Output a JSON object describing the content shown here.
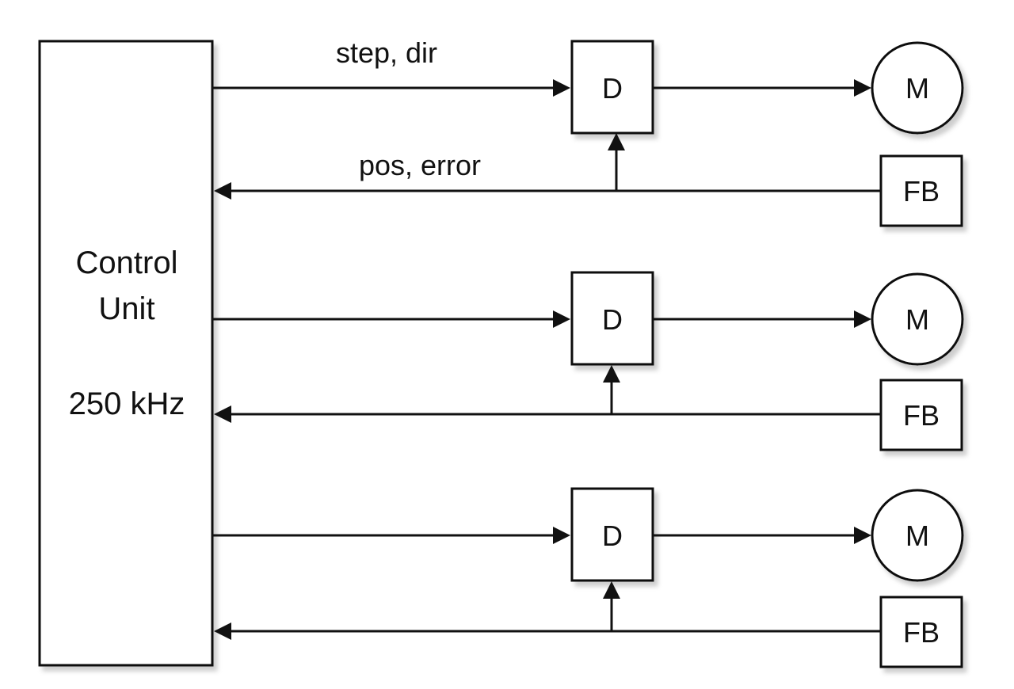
{
  "control_unit": {
    "line1": "Control",
    "line2": "Unit",
    "frequency": "250 kHz"
  },
  "signals": {
    "forward": "step, dir",
    "feedback": "pos, error"
  },
  "channels": [
    {
      "driver": "D",
      "motor": "M",
      "feedback": "FB"
    },
    {
      "driver": "D",
      "motor": "M",
      "feedback": "FB"
    },
    {
      "driver": "D",
      "motor": "M",
      "feedback": "FB"
    }
  ],
  "colors": {
    "stroke": "#111111",
    "background": "#ffffff",
    "shadow": "#c8c8c8"
  }
}
